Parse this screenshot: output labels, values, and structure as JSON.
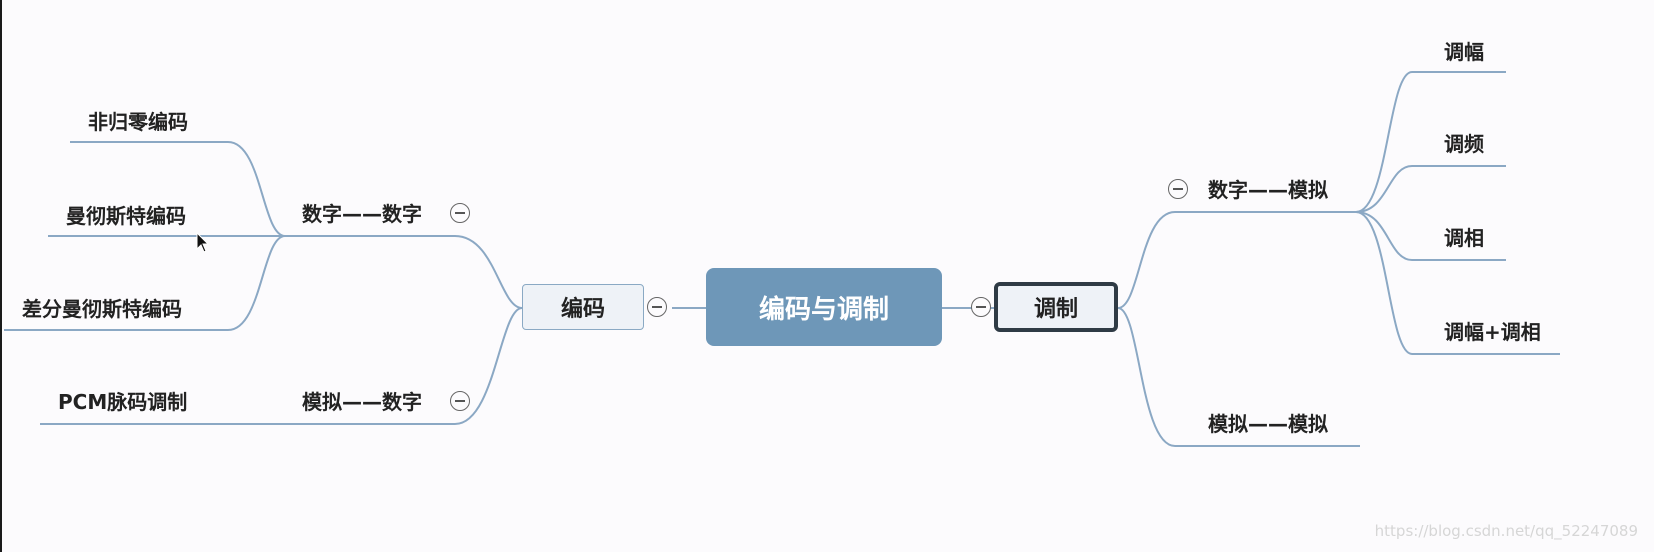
{
  "root": {
    "label": "编码与调制"
  },
  "left": {
    "label": "编码",
    "children": [
      {
        "label": "数字——数字",
        "leaves": [
          "非归零编码",
          "曼彻斯特编码",
          "差分曼彻斯特编码"
        ]
      },
      {
        "label": "模拟——数字",
        "leaves": [
          "PCM脉码调制"
        ]
      }
    ]
  },
  "right": {
    "label": "调制",
    "children": [
      {
        "label": "数字——模拟",
        "leaves": [
          "调幅",
          "调频",
          "调相",
          "调幅+调相"
        ]
      },
      {
        "label": "模拟——模拟",
        "leaves": []
      }
    ]
  },
  "watermark": "https://blog.csdn.net/qq_52247089",
  "colors": {
    "line": "#8ba8c4",
    "root_fill": "#6e97b8",
    "selected_border": "#2f3b45"
  },
  "icons": {
    "collapse": "minus-circle-icon",
    "cursor": "mouse-pointer-icon"
  }
}
